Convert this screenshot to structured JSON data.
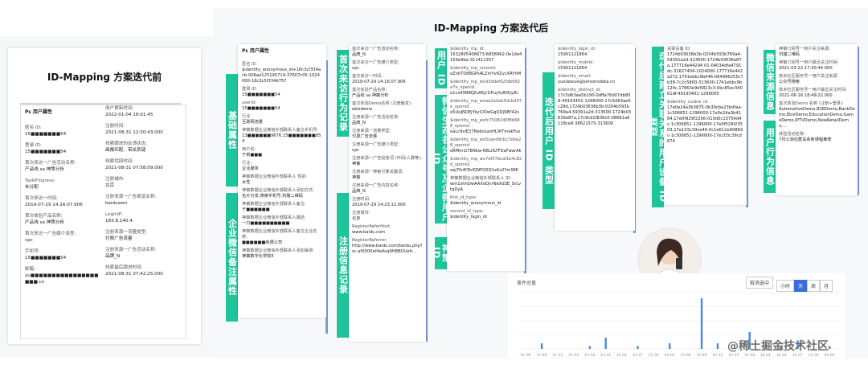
{
  "before": {
    "title": "ID-Mapping 方案迭代前",
    "panel_header": "用户属性",
    "left_fields": [
      {
        "k": "匿名 ID:",
        "v": "15■■■■■■■54"
      },
      {
        "k": "登录 ID:",
        "v": "15■■■■■■■54"
      },
      {
        "k": "首次来访一广告活动名称:",
        "v": "产品线 sa 神策分析"
      },
      {
        "k": "TaskProgress:",
        "v": "未分配"
      },
      {
        "k": "首次来访一时间:",
        "v": "2019-07-29 14:16:07.906"
      },
      {
        "k": "首次体验产品名称:",
        "v": "产品线 sa 神策分析"
      },
      {
        "k": "首次来访一广告媒介类型:",
        "v": "cpc"
      },
      {
        "k": "手机号:",
        "v": "15■■■■■■■54"
      },
      {
        "k": "邮箱:",
        "v": "yu■■■■■■■■■■■■■■■■■■■.cn"
      }
    ],
    "right_fields": [
      {
        "k": "用户更新时间:",
        "v": "2022-01-04 18:01:45"
      },
      {
        "k": "注册时间:",
        "v": "2021-08-31 12:30:43.000"
      },
      {
        "k": "线索跟进的反馈状态:",
        "v": "画像匹配、带关系链"
      },
      {
        "k": "线索找回时间:",
        "v": "2021-08-31 07:58:09.000"
      },
      {
        "k": "注册城市:",
        "v": "北京"
      },
      {
        "k": "注册来源一广告渠道名称:",
        "v": "baidusem"
      },
      {
        "k": "LoginIP:",
        "v": "183.8.140.4"
      },
      {
        "k": "注册来源一流量类型:",
        "v": "付费广告流量"
      },
      {
        "k": "注册来源一广告活动名称:",
        "v": "品牌_N"
      },
      {
        "k": "线索最后跟进时间:",
        "v": "2021-08-31 07:42:25.000"
      }
    ]
  },
  "after": {
    "title": "ID-Mapping 方案迭代后",
    "tags": {
      "basic": "基础属性",
      "enterprise_wechat": "企业微信备注属性",
      "first_visit": "首次来访行为记录",
      "register": "注册信息记录",
      "user_id": "用户 ID",
      "wechat_id": "微信生态各公众号及企微用户 ID",
      "identity": "神策 ID",
      "iterative_user": "迭代后用户 ID 类型",
      "association": "迭代后建立关联关系的用户设备 ID 类型",
      "wechat_source": "微信来源信息",
      "behavior": "用户行为信息"
    },
    "panel_header": "用户属性",
    "col1": [
      {
        "k": "匿名 ID:",
        "v": "$identity_anonymous_id+16c3cf334acb-006ae125195719-37607c05-1024000-16c3c5f334d757"
      },
      {
        "k": "登录 ID:",
        "v": "15■■■■■■■54"
      },
      {
        "k": "userId:",
        "v": "15■■■■■■■54"
      },
      {
        "k": "行业:",
        "v": "互联网流量"
      },
      {
        "k": "神策数据企业微信外部联系人备注手机号:",
        "v": "13■■■■■■9676,15■■■■■■■854"
      },
      {
        "k": "用户名:",
        "v": "于新■■■"
      },
      {
        "k": "行业:",
        "v": "企业服务"
      },
      {
        "k": "神策数据企业微信外部联系人 性别:",
        "v": "女性"
      },
      {
        "k": "神策数据企业微信外部联系人添加方式:",
        "v": "名片分享,搜索手机号,扫描二维码"
      },
      {
        "k": "神策数据企业微信外部联系人备注:",
        "v": "于■■■■■■"
      },
      {
        "k": "神策数据企业微信外部联系人描述:",
        "v": "一口■■■■■■■■■■"
      },
      {
        "k": "神策数据企业微信外部联系人备注企业名称:",
        "v": "■■■■■■有限公司"
      },
      {
        "k": "神策数据企业微信外部联系人添加渠道:",
        "v": "神策数字化学院5"
      }
    ],
    "col2": [
      {
        "k": "首次来访一广告活动名称:",
        "v": "品牌_N"
      },
      {
        "k": "首次来访一广告媒介类型:",
        "v": "cpc"
      },
      {
        "k": "首次来访一时间:",
        "v": "2019-07-29 14:16:07.906"
      },
      {
        "k": "首次体验产品名称:",
        "v": "产品线 sa 神策分析"
      },
      {
        "k": "首次体验Demo名称 (注册触发):",
        "v": "ebizdemo"
      },
      {
        "k": "注册来源一广告活动名称:",
        "v": "品牌_N"
      },
      {
        "k": "注册来源一流量类型:",
        "v": "付费广告流量"
      },
      {
        "k": "注册来源一广告媒介类型:",
        "v": "cpc"
      },
      {
        "k": "注册来源一广告投放词 (中间/人群等):",
        "v": "神策"
      },
      {
        "k": "注册来源一搜索引擎关键词:",
        "v": "神策"
      },
      {
        "k": "注册来源一广告内容名称:",
        "v": "品牌_N"
      },
      {
        "k": "注册时间:",
        "v": "2019-07-29 14:23:12.000"
      },
      {
        "k": "注册城市:",
        "v": "北京"
      },
      {
        "k": "RegisterReferHost:",
        "v": "www.baidu.com"
      },
      {
        "k": "RegisterReferrer:",
        "v": "http://www.baidu.com/baidu.php?sc.af0000af4eAvq9H8BOUefr..."
      }
    ],
    "col3_fields": [
      {
        "k": "$identity_mp_id:",
        "v": "1632805406673-6858962-0e1de4159e9be-311411357"
      },
      {
        "k": "$identity_mp_unionid:",
        "v": "oZnkTD8BGPs4LZmYv6ZycXRYhM"
      },
      {
        "k": "$identity_mp_wxd3ddef02fdb992e7e_openid:",
        "v": "o1cx45BWJZcAKjr1lPuyfu80Qy8c"
      },
      {
        "k": "$identity_mp_wxae2a2eb5dcbd97e_openid:",
        "v": "o5UoJNDEjYkyCIOwGgQDjSBY42s"
      },
      {
        "k": "$identity_mp_wxfc75082d0f8b688_openid:",
        "v": "oaLc9xlE27NeboLesHL9tTmekFus"
      },
      {
        "k": "$identity_mp_wx5ceed9cbc7ebe26_openid:",
        "v": "oRMhr1iTENkw-N6LifLTFDaFwarAk"
      },
      {
        "k": "$identity_mp_wx7ef07bcaf1b4c82d_openid:",
        "v": "oaj7fs4f3hfQNFQ5Q1xKz2YmSMI"
      },
      {
        "k": "神策数据企业微信外部联系人 ID:",
        "v": "wm1shhDwAAXdQnrNeXd3E_SrLvtqDyA"
      },
      {
        "k": "first_id_type:",
        "v": "$identity_anonymous_id"
      },
      {
        "k": "second_id_type:",
        "v": "$identity_login_id"
      }
    ],
    "col4_fields": [
      {
        "k": "$identity_login_id:",
        "v": "15901121864"
      },
      {
        "k": "$identity_mobile:",
        "v": "15901121864"
      },
      {
        "k": "$identity_email:",
        "v": "yuxiaoxue@sensorsdata.cn"
      },
      {
        "k": "$identity_distinct_id:",
        "v": "17c5d63ae5b190-0dffa76d07db808-49193401-1296000-17c5d63ae5c29d,1724b03636b3b-0204b593b769a4-59391a2d-313600-1724b03636e87a,17c9cd1f838c0-08661a6118ce8-38621575-313600"
      }
    ],
    "col5_fields": [
      {
        "k": "关联设备 ID:",
        "v": "1724b03636b3b-0204b593b769a4-59391a2d-313600-1724b03636e87a,177716e44294 01-04034dfa4791dc-31627404-1024000-177716e442a272,1741ebbc9b046-064996255c7b38-7c2c5800-313600-1741ebbc9b124c,17863e9d5823c3-0bc85ec34061df-49193401-1296000"
      },
      {
        "k": "$identity_cookie_id:",
        "v": "17e0e24a3b3875-0b30cba23bdfaa-1c306851-1296000-17e0e24a3b4184,17e0f929f2256-010d0c13754d4c-1c306851-1296000-17e0f529f23503,17e103c39ce46-0c1e612e90869c-1c306851-1296000-17e103c39cd674"
      }
    ],
    "col6_fields": [
      {
        "k": "神策订阅号一用户关注来源:",
        "v": "扫描二维码"
      },
      {
        "k": "神策订阅号一用户最近关注时间:",
        "v": "2021-03-22 17:30:44.000"
      },
      {
        "k": "技术社区服务号一用户关注来源:",
        "v": "公众号搜索"
      },
      {
        "k": "技术社区服务号一用户最近关注时间:",
        "v": "2021-06-16 18:49:22.000"
      },
      {
        "k": "首次体验Demo 名称 (注册+登录):",
        "v": "AutomotiveDemo,B2BDemo,BankDemo,EbizDemo,EducationDemo,GameDemo,IPTVDemo,NewRetailDemo,..."
      },
      {
        "k": "体验活动名称:",
        "v": "7月公测社群关系新课程推荐"
      }
    ],
    "chart": {
      "title": "事件总量",
      "range_label": "取消选中",
      "segments": [
        "小时",
        "天",
        "周",
        "月"
      ],
      "active_segment": "天"
    }
  },
  "watermark": "@稀土掘金技术社区",
  "chart_data": {
    "type": "bar",
    "title": "事件总量",
    "categories": [
      "11-06",
      "11-09",
      "11-12",
      "11-15",
      "11-18",
      "11-21",
      "11-24",
      "11-27",
      "11-30",
      "12-03",
      "12-06",
      "12-09",
      "12-12",
      "12-15",
      "12-18",
      "12-21",
      "12-24",
      "12-27",
      "12-30",
      "01-02"
    ],
    "values": [
      0,
      2,
      0,
      0,
      1,
      4,
      0,
      1,
      0,
      2,
      0,
      18,
      2,
      0,
      6,
      1,
      1,
      3,
      0,
      1
    ],
    "ylim": [
      0,
      20
    ]
  }
}
